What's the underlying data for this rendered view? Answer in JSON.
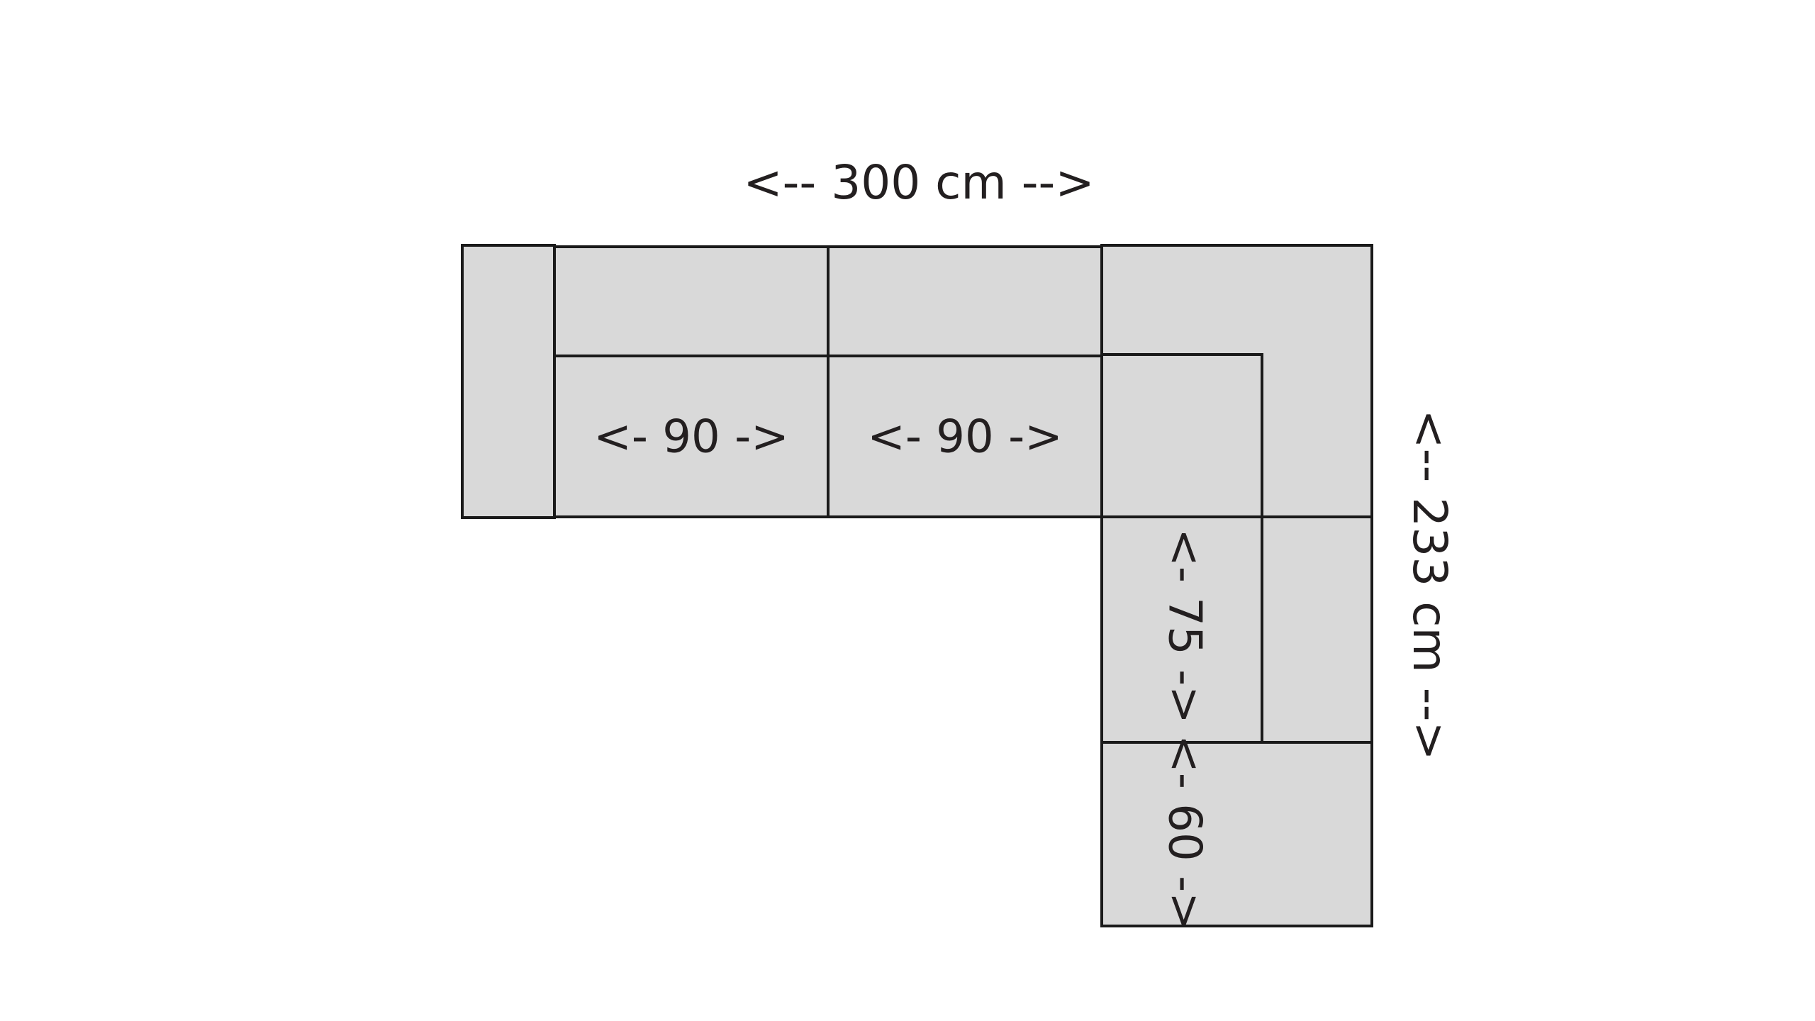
{
  "dimensions": {
    "total_width": "<-- 300 cm -->",
    "total_depth": "<-- 233 cm -->"
  },
  "segments": {
    "seat_1": "<- 90 ->",
    "seat_2": "<- 90 ->",
    "seat_3": "<- 75 ->",
    "chaise_end": "<- 60 ->"
  },
  "colors": {
    "fill": "#d9d9d9",
    "stroke": "#1a1a1a",
    "text": "#231f20",
    "background": "#ffffff"
  }
}
